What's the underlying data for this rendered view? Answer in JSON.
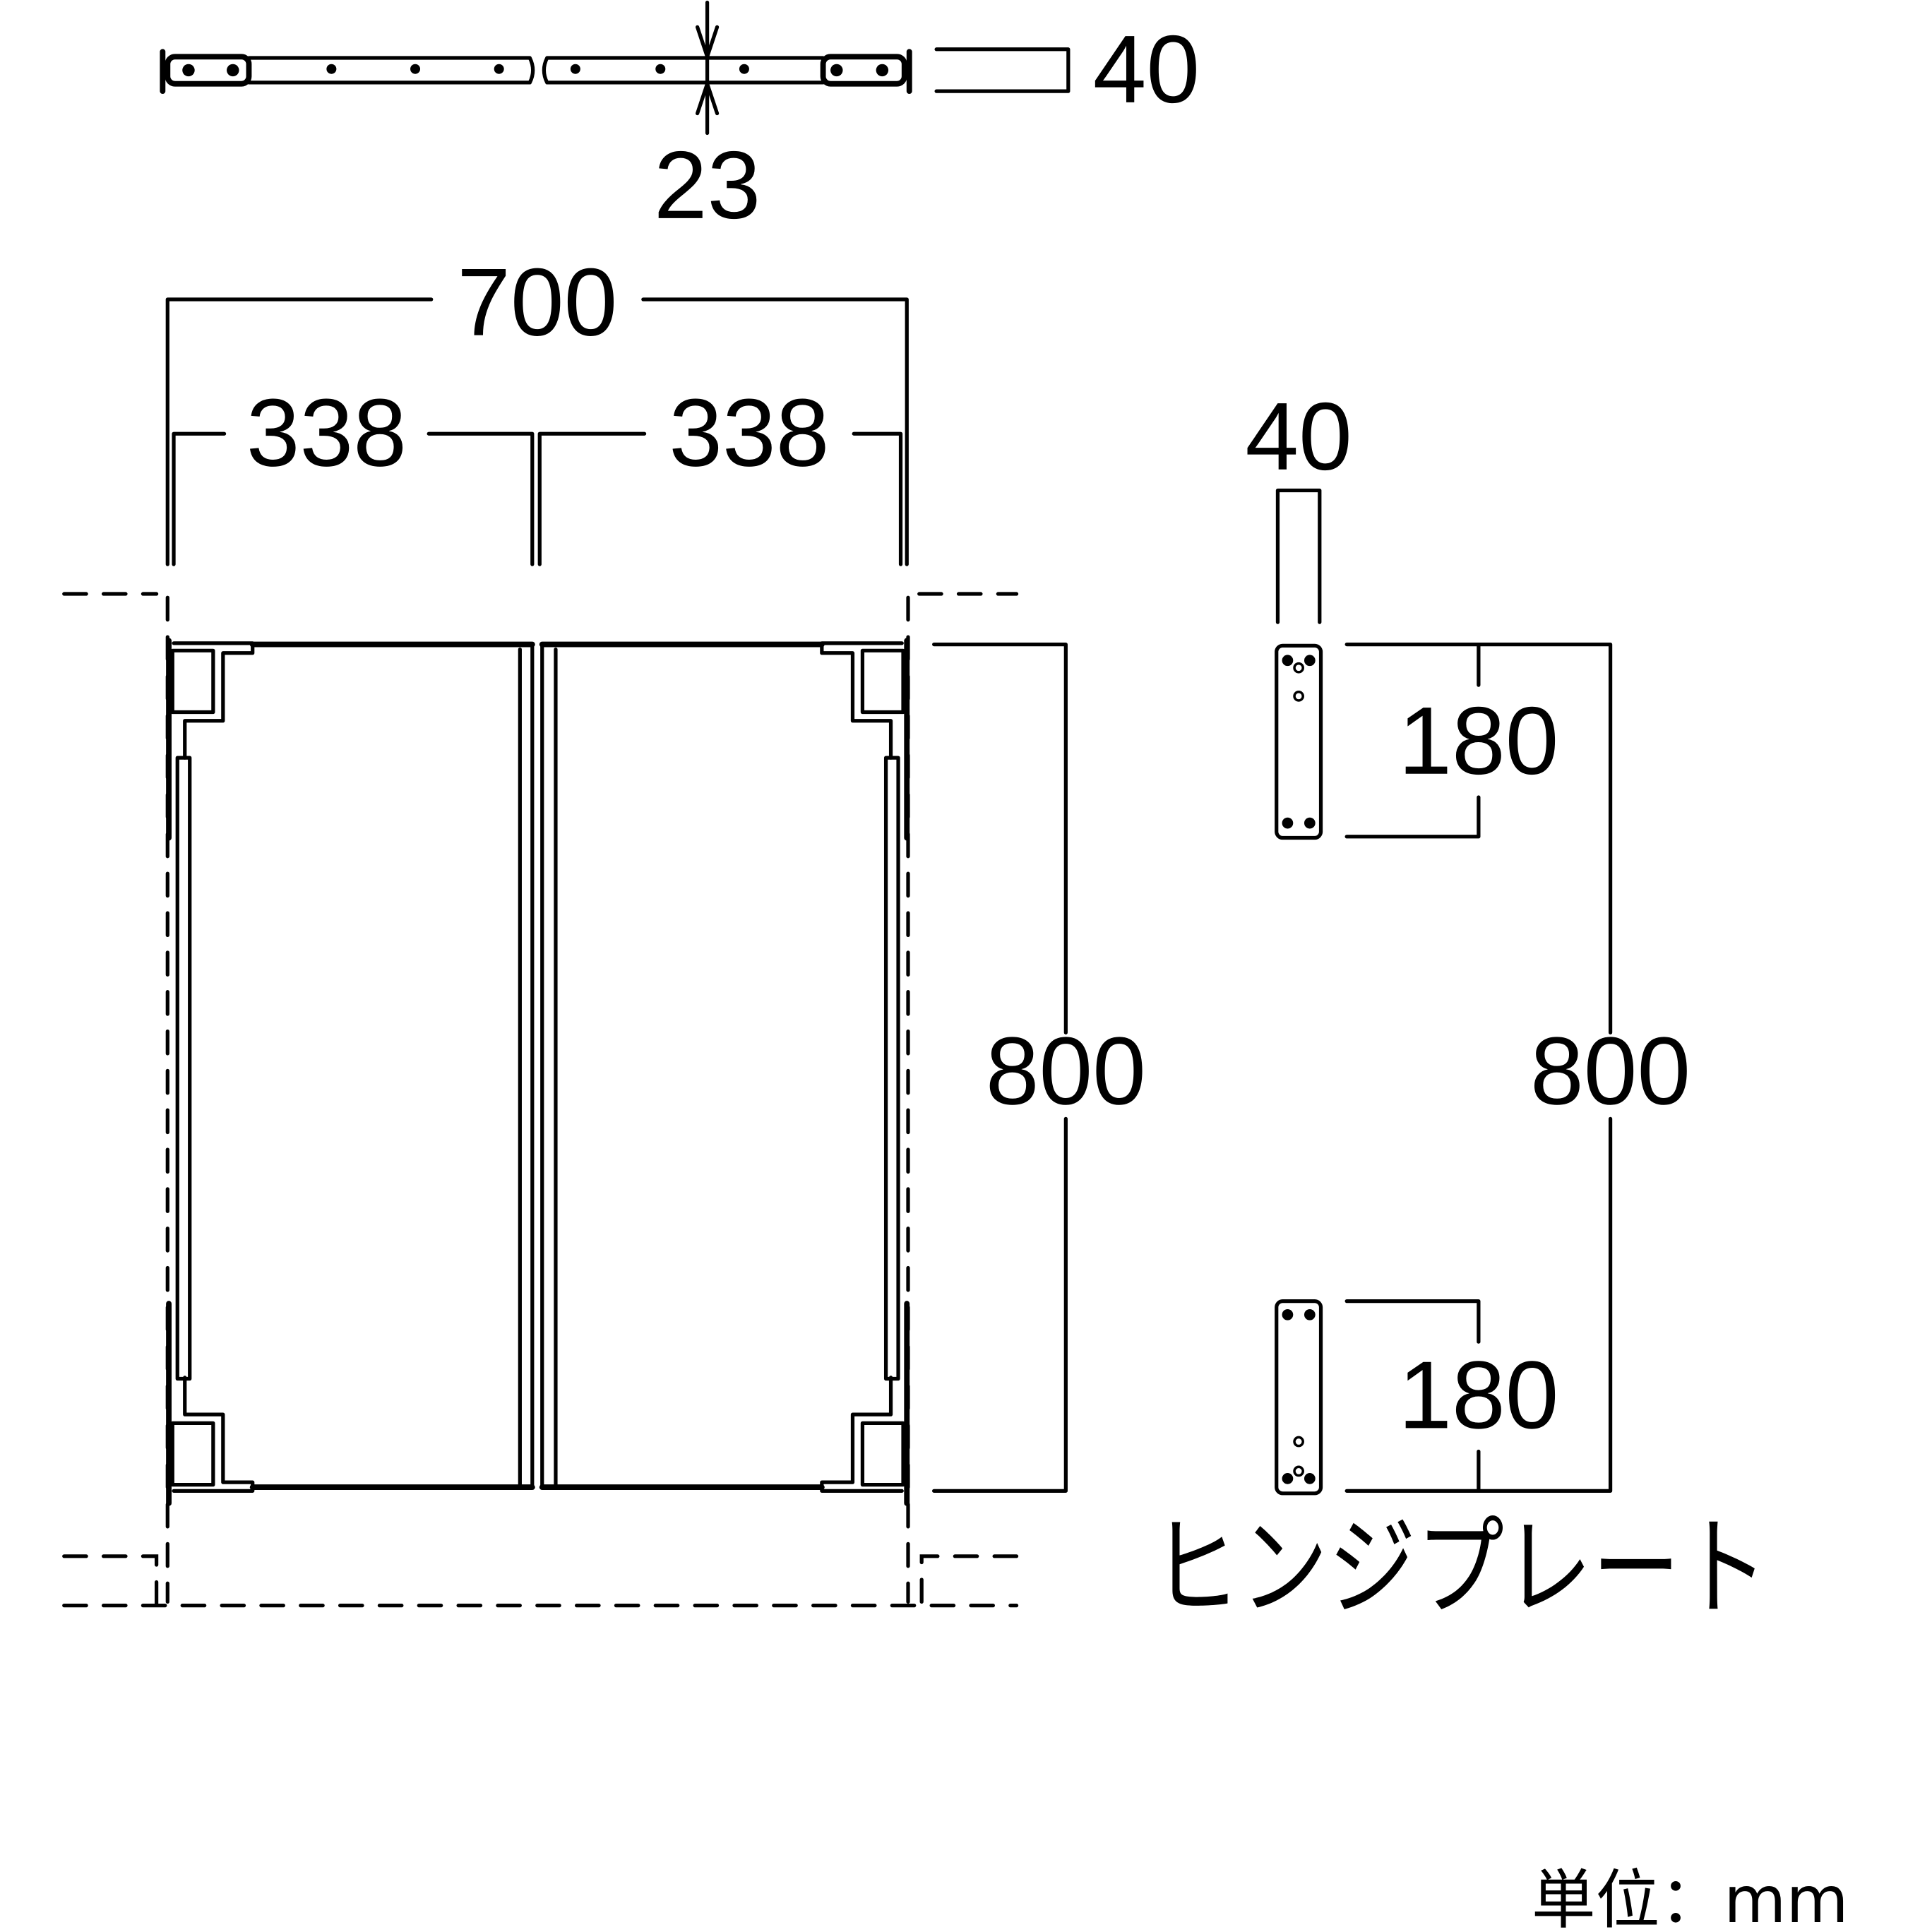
{
  "drawing": {
    "top_view": {
      "depth_label": "40",
      "thickness_label": "23"
    },
    "front_view": {
      "overall_width_label": "700",
      "left_panel_width_label": "338",
      "right_panel_width_label": "338",
      "height_label": "800"
    },
    "hinge_plate": {
      "width_label": "40",
      "top_plate_length_label": "180",
      "bottom_plate_length_label": "180",
      "overall_height_label": "800",
      "caption": "ヒンジプレート"
    },
    "units_note": "単位：mm",
    "colors": {
      "line": "#000000",
      "background": "#ffffff"
    }
  }
}
